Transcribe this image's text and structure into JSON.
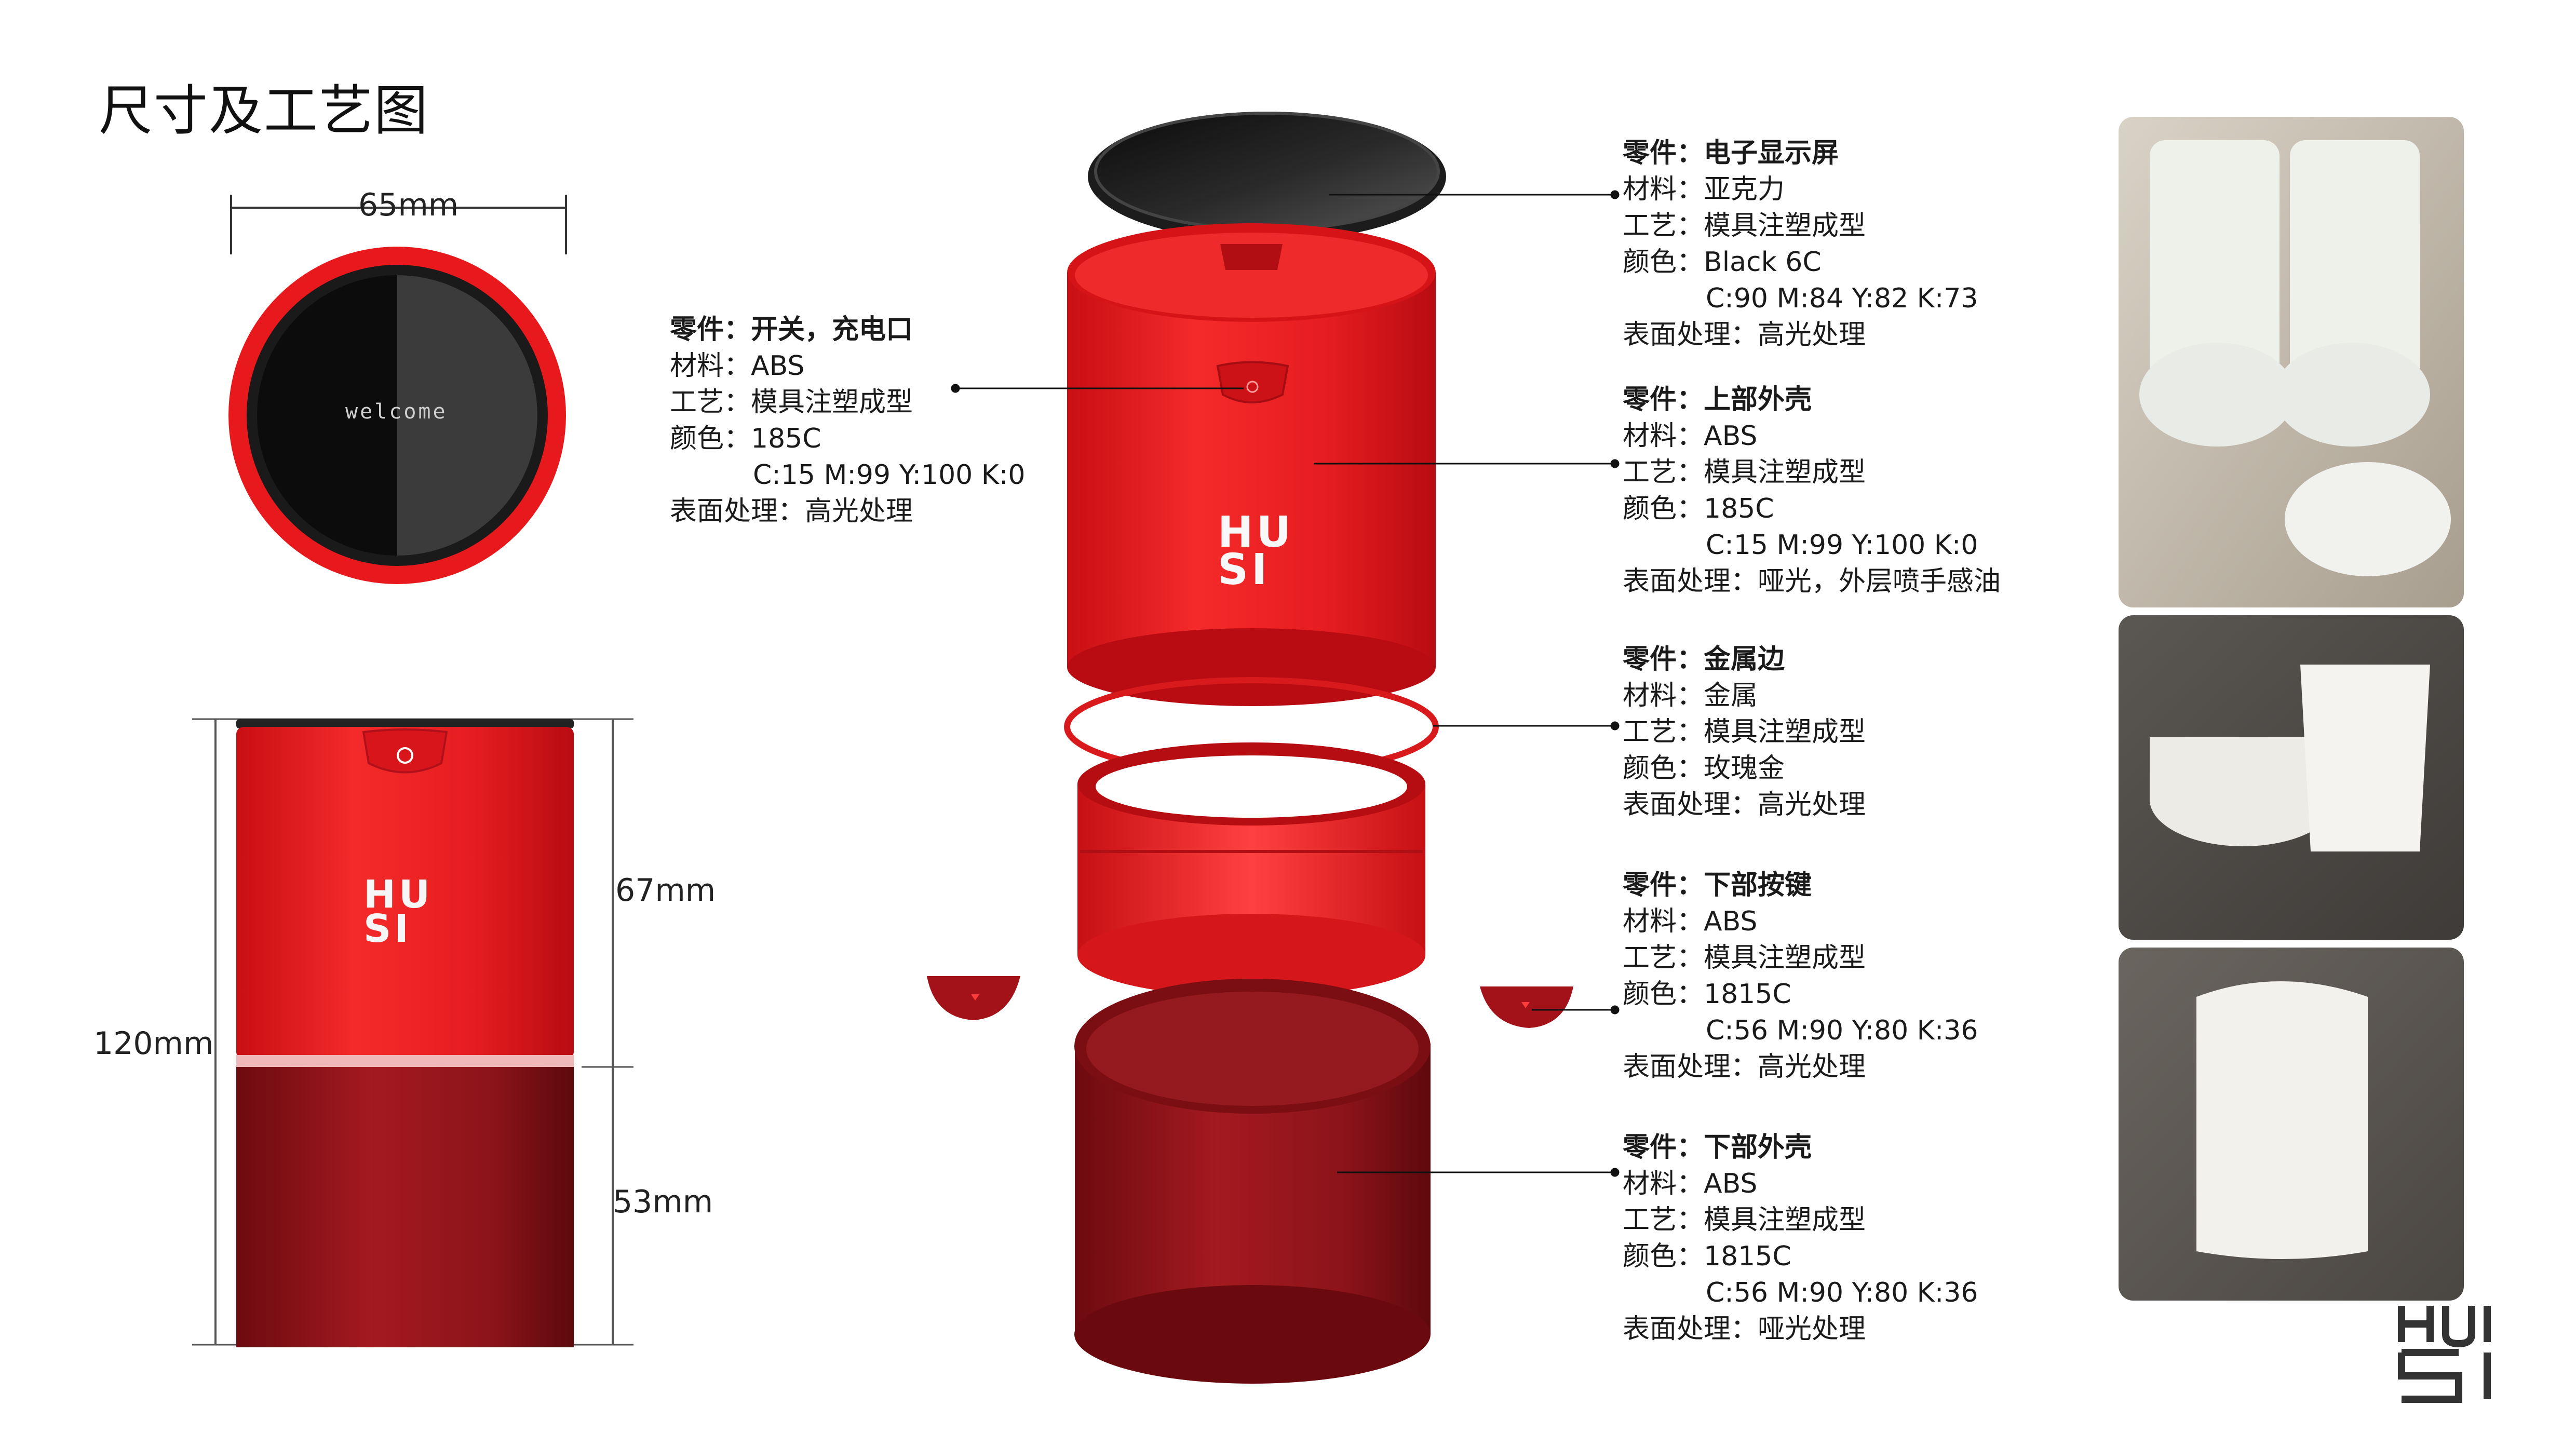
{
  "page_title": "尺寸及工艺图",
  "screen_text": "welcome",
  "dims": {
    "width": "65mm",
    "total_height": "120mm",
    "upper_height": "67mm",
    "lower_height": "53mm"
  },
  "colors": {
    "red": "#e8191c",
    "dark_red": "#8f1218",
    "black": "#111111",
    "photo_bg": "#cfcfcf"
  },
  "parts": [
    {
      "id": "switch",
      "name_label": "零件：",
      "name": "开关，充电口",
      "material_label": "材料：",
      "material": "ABS",
      "process_label": "工艺：",
      "process": "模具注塑成型",
      "color_label": "颜色：",
      "color": "185C",
      "cmyk": "C:15 M:99 Y:100 K:0",
      "surface_label": "表面处理：",
      "surface": "高光处理"
    },
    {
      "id": "display",
      "name_label": "零件：",
      "name": "电子显示屏",
      "material_label": "材料：",
      "material": "亚克力",
      "process_label": "工艺：",
      "process": "模具注塑成型",
      "color_label": "颜色：",
      "color": "Black 6C",
      "cmyk": "C:90 M:84 Y:82 K:73",
      "surface_label": "表面处理：",
      "surface": "高光处理"
    },
    {
      "id": "upper_shell",
      "name_label": "零件：",
      "name": "上部外壳",
      "material_label": "材料：",
      "material": "ABS",
      "process_label": "工艺：",
      "process": "模具注塑成型",
      "color_label": "颜色：",
      "color": "185C",
      "cmyk": "C:15 M:99 Y:100 K:0",
      "surface_label": "表面处理：",
      "surface": "哑光，外层喷手感油"
    },
    {
      "id": "metal_edge",
      "name_label": "零件：",
      "name": "金属边",
      "material_label": "材料：",
      "material": "金属",
      "process_label": "工艺：",
      "process": "模具注塑成型",
      "color_label": "颜色：",
      "color": "玫瑰金",
      "cmyk": "",
      "surface_label": "表面处理：",
      "surface": "高光处理"
    },
    {
      "id": "lower_button",
      "name_label": "零件：",
      "name": "下部按键",
      "material_label": "材料：",
      "material": "ABS",
      "process_label": "工艺：",
      "process": "模具注塑成型",
      "color_label": "颜色：",
      "color": "1815C",
      "cmyk": "C:56 M:90 Y:80 K:36",
      "surface_label": "表面处理：",
      "surface": "高光处理"
    },
    {
      "id": "lower_shell",
      "name_label": "零件：",
      "name": "下部外壳",
      "material_label": "材料：",
      "material": "ABS",
      "process_label": "工艺：",
      "process": "模具注塑成型",
      "color_label": "颜色：",
      "color": "1815C",
      "cmyk": "C:56 M:90 Y:80 K:36",
      "surface_label": "表面处理：",
      "surface": "哑光处理"
    }
  ],
  "icons": {
    "brand_logo": "huisi-logo",
    "power_icon": "power-icon"
  }
}
